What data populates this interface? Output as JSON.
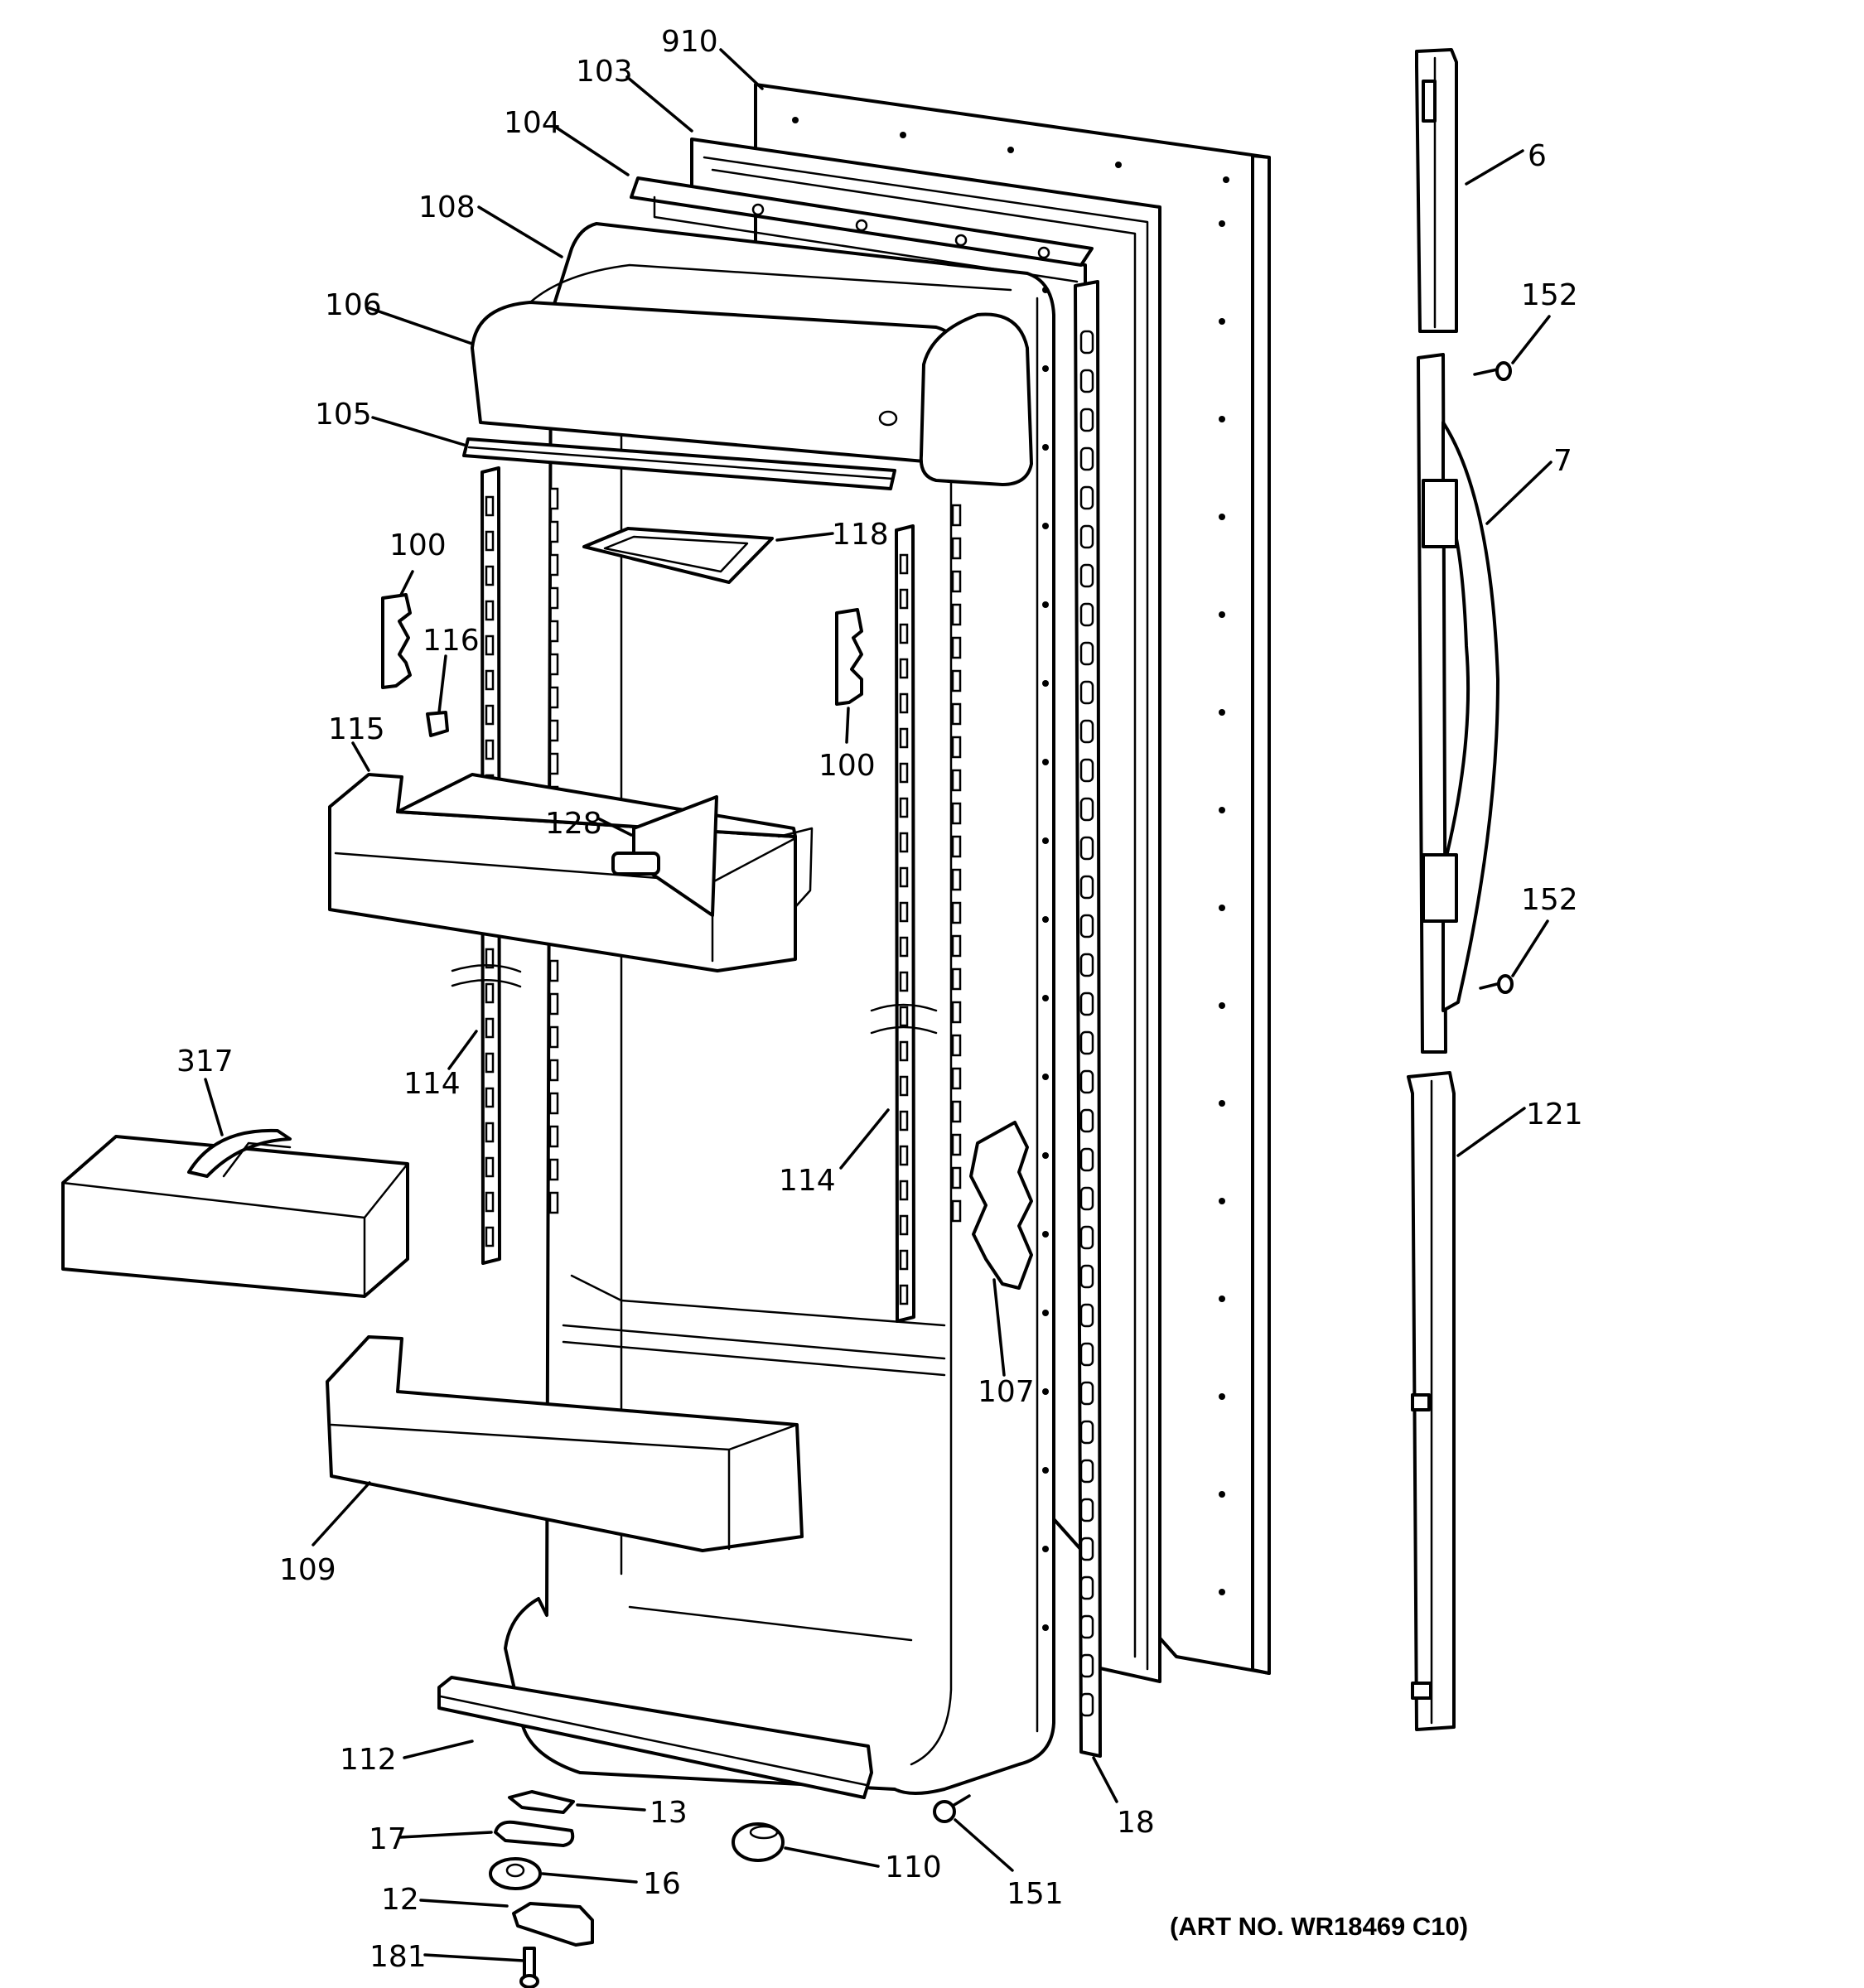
{
  "callouts": [
    {
      "id": "910",
      "text": "910"
    },
    {
      "id": "103",
      "text": "103"
    },
    {
      "id": "104",
      "text": "104"
    },
    {
      "id": "108",
      "text": "108"
    },
    {
      "id": "106",
      "text": "106"
    },
    {
      "id": "105",
      "text": "105"
    },
    {
      "id": "118",
      "text": "118"
    },
    {
      "id": "100a",
      "text": "100"
    },
    {
      "id": "116",
      "text": "116"
    },
    {
      "id": "100b",
      "text": "100"
    },
    {
      "id": "115",
      "text": "115"
    },
    {
      "id": "128",
      "text": "128"
    },
    {
      "id": "317",
      "text": "317"
    },
    {
      "id": "114a",
      "text": "114"
    },
    {
      "id": "114b",
      "text": "114"
    },
    {
      "id": "107",
      "text": "107"
    },
    {
      "id": "109",
      "text": "109"
    },
    {
      "id": "112",
      "text": "112"
    },
    {
      "id": "13",
      "text": "13"
    },
    {
      "id": "17",
      "text": "17"
    },
    {
      "id": "16",
      "text": "16"
    },
    {
      "id": "12",
      "text": "12"
    },
    {
      "id": "181",
      "text": "181"
    },
    {
      "id": "110",
      "text": "110"
    },
    {
      "id": "151",
      "text": "151"
    },
    {
      "id": "18",
      "text": "18"
    },
    {
      "id": "6",
      "text": "6"
    },
    {
      "id": "152a",
      "text": "152"
    },
    {
      "id": "7",
      "text": "7"
    },
    {
      "id": "152b",
      "text": "152"
    },
    {
      "id": "121",
      "text": "121"
    }
  ],
  "art_number": "(ART NO. WR18469 C10)"
}
